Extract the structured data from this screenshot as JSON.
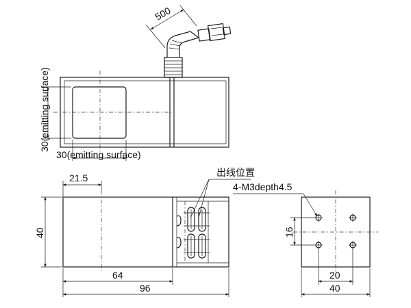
{
  "drawing": {
    "cable_length": "500",
    "emit_height_label": "30(emitting surface)",
    "emit_width_label": "30(emitting surface)",
    "dim_21_5": "21.5",
    "dim_40_height": "40",
    "dim_64": "64",
    "dim_96": "96",
    "outlet_label": "出线位置",
    "hole_spec": "4-M3depth4.5",
    "dim_16": "16",
    "dim_20": "20",
    "dim_40_width": "40"
  }
}
